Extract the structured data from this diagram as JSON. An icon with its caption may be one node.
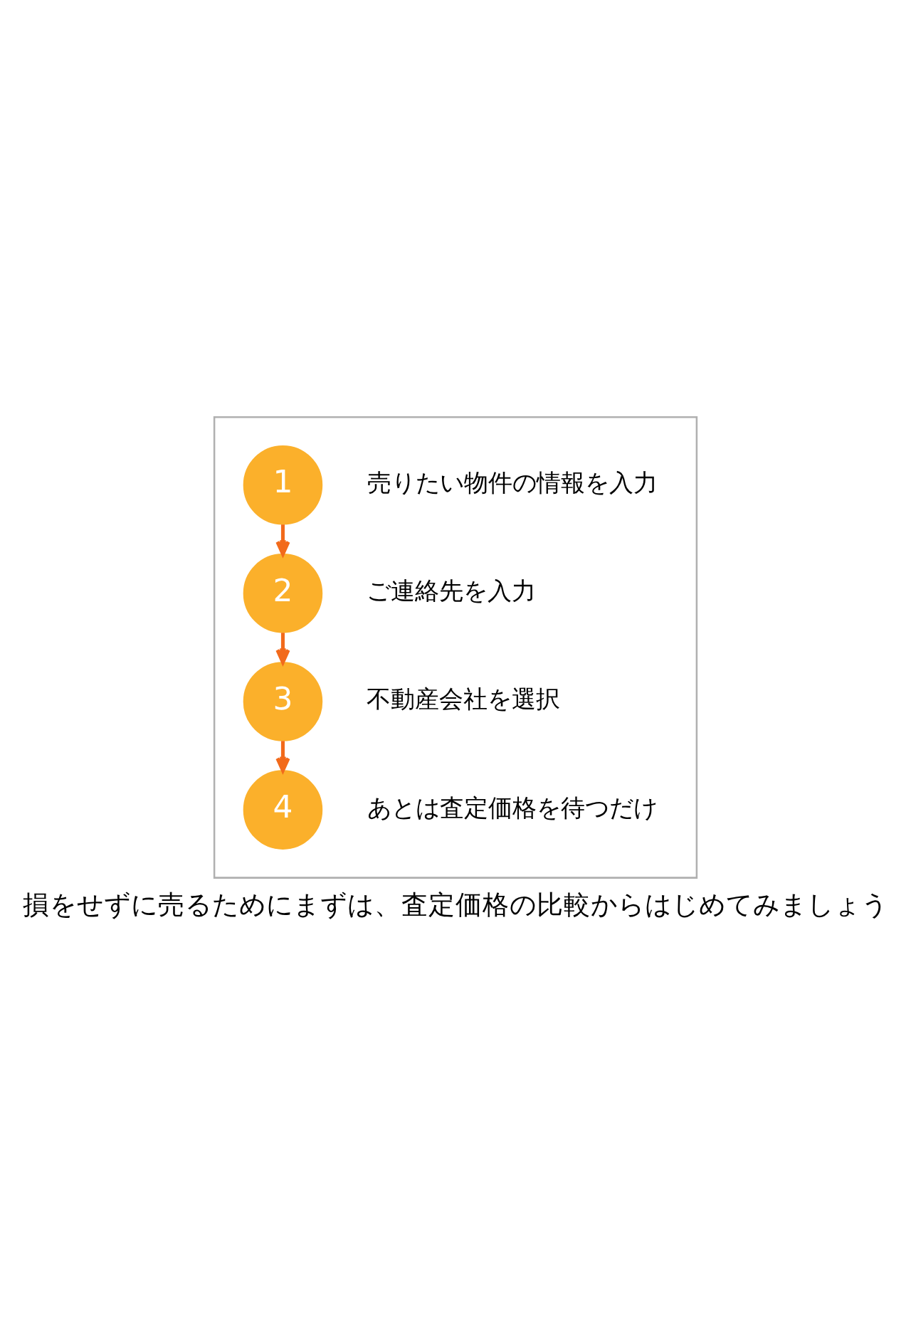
{
  "diagram": {
    "caption": "損をせずに売るためにまずは、査定価格の比較からはじめてみましょう",
    "nodes": [
      {
        "text": [],
        "shape": "box"
      },
      {
        "text": [
          "1"
        ],
        "in": 0,
        "beside": [
          "売りたい物件の情報を入力"
        ]
      },
      {
        "text": [
          "2"
        ],
        "in": 0,
        "beside": [
          "ご連絡先を入力"
        ]
      },
      {
        "text": [
          "3"
        ],
        "in": 0,
        "beside": [
          "不動産会社を選択"
        ]
      },
      {
        "text": [
          "4"
        ],
        "in": 0,
        "beside": [
          "あとは査定価格を待つだけ"
        ]
      }
    ],
    "edges": [
      {
        "from": 1,
        "to": 2,
        "arrow": "to"
      },
      {
        "from": 2,
        "to": 3,
        "arrow": "to"
      },
      {
        "from": 3,
        "to": 4,
        "arrow": "to"
      }
    ]
  }
}
